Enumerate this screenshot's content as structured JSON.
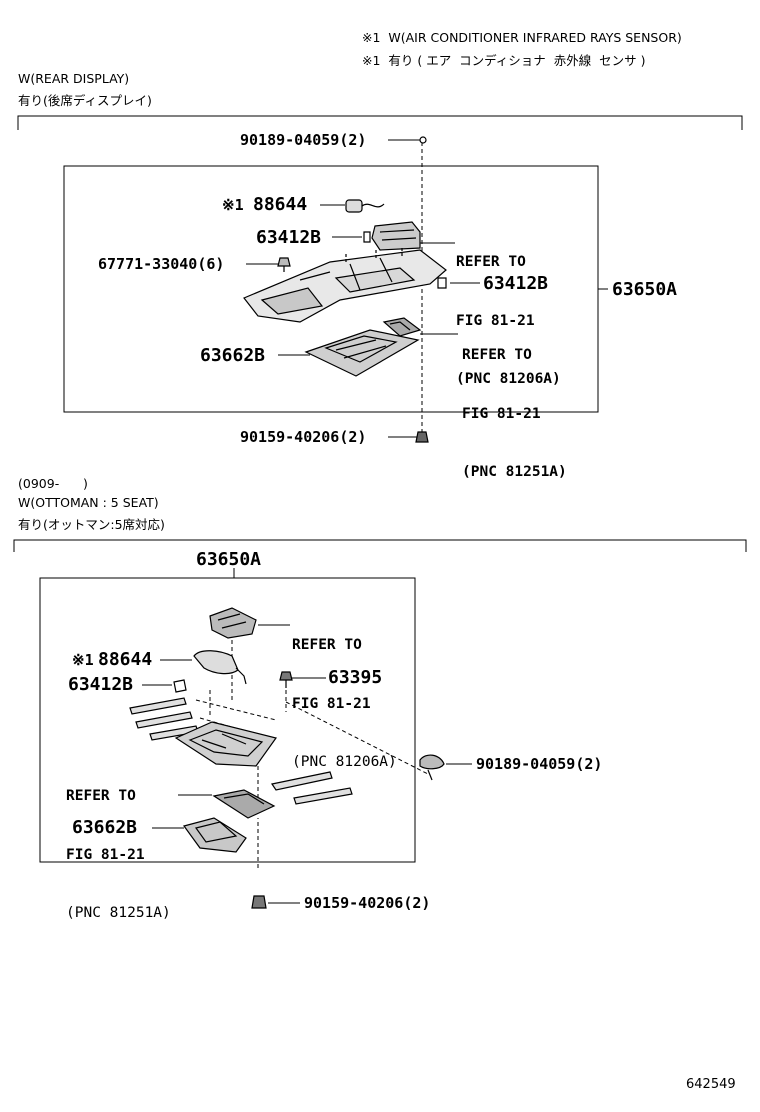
{
  "header": {
    "note1_en": "※1  W(AIR CONDITIONER INFRARED RAYS SENSOR)",
    "note1_jp": "※1  有り ( エア  コンディショナ  赤外線  センサ )"
  },
  "section1": {
    "cond_en": "W(REAR DISPLAY)",
    "cond_jp": "有り(後席ディスプレイ)",
    "labels": {
      "bolt_top": "90189-04059(2)",
      "sensor_mark": "※1",
      "sensor": "88644",
      "clip_upper": "63412B",
      "clip_lower": "63412B",
      "screw": "67771-33040(6)",
      "assembly": "63650A",
      "lens": "63662B",
      "screw_bottom": "90159-40206(2)"
    },
    "refer1": {
      "l1": "REFER TO",
      "l2": "FIG 81-21",
      "l3": "(PNC 81206A)"
    },
    "refer2": {
      "l1": "REFER TO",
      "l2": "FIG 81-21",
      "l3": "(PNC 81251A)"
    }
  },
  "section2": {
    "date": "(0909-      )",
    "cond_en": "W(OTTOMAN : 5 SEAT)",
    "cond_jp": "有り(オットマン:5席対応)",
    "labels": {
      "assembly": "63650A",
      "sensor_mark": "※1",
      "sensor": "88644",
      "clip": "63412B",
      "clip2": "63395",
      "bolt": "90189-04059(2)",
      "lens": "63662B",
      "screw_bottom": "90159-40206(2)"
    },
    "refer1": {
      "l1": "REFER TO",
      "l2": "FIG 81-21",
      "l3": "(PNC 81206A)"
    },
    "refer2": {
      "l1": "REFER TO",
      "l2": "FIG 81-21",
      "l3": "(PNC 81251A)"
    }
  },
  "footer": {
    "code": "642549"
  }
}
